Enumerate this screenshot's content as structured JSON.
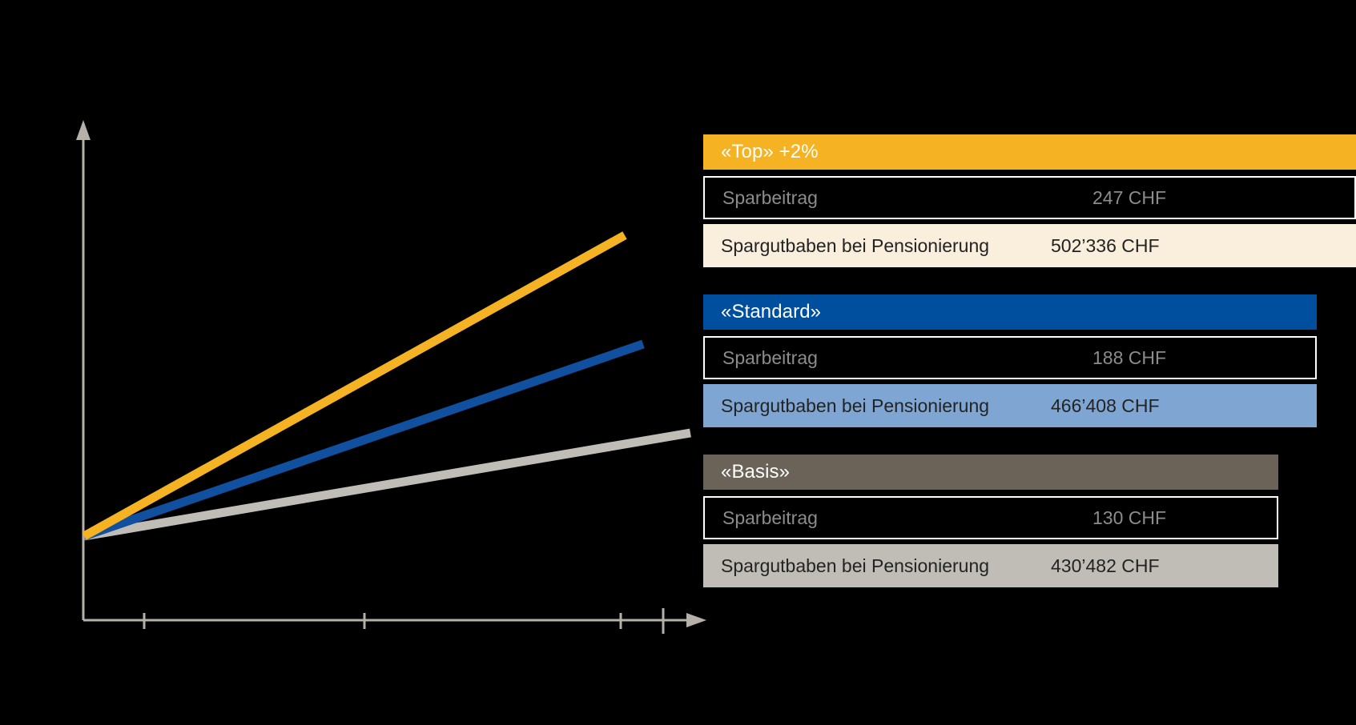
{
  "chart_data": {
    "type": "line",
    "title": "",
    "xlabel": "",
    "ylabel": "",
    "background": "#000000",
    "axis_color": "#B5B1A8",
    "grid": false,
    "legend": "none",
    "x": [
      0,
      1
    ],
    "series": [
      {
        "name": "«Top» +2%",
        "color": "#F5B323",
        "start": {
          "x": 0,
          "y": 0
        },
        "end": {
          "x": 1.0,
          "y": 1.0
        },
        "final_value": 502336
      },
      {
        "name": "«Standard»",
        "color": "#10509E",
        "start": {
          "x": 0,
          "y": 0
        },
        "end": {
          "x": 1.04,
          "y": 0.64
        },
        "final_value": 466408
      },
      {
        "name": "«Basis»",
        "color": "#BFBDB6",
        "start": {
          "x": 0,
          "y": 0
        },
        "end": {
          "x": 1.12,
          "y": 0.34
        },
        "final_value": 430482
      }
    ],
    "xticks": [
      "",
      "",
      "",
      ""
    ],
    "yticks": []
  },
  "cards": [
    {
      "id": "top",
      "title": "«Top» +2%",
      "header_color": "#F5B323",
      "fill_color": "#FAEEDC",
      "rows": [
        {
          "label": "Sparbeitrag",
          "value": "247 CHF",
          "style": "outline"
        },
        {
          "label": "Spargutbaben bei Pensionierung",
          "value": "502’336 CHF",
          "style": "filled"
        }
      ]
    },
    {
      "id": "standard",
      "title": "«Standard»",
      "header_color": "#004F9F",
      "fill_color": "#7FA6D3",
      "rows": [
        {
          "label": "Sparbeitrag",
          "value": "188 CHF",
          "style": "outline"
        },
        {
          "label": "Spargutbaben bei Pensionierung",
          "value": "466’408 CHF",
          "style": "filled"
        }
      ]
    },
    {
      "id": "basis",
      "title": "«Basis»",
      "header_color": "#6B6258",
      "fill_color": "#BFBDB6",
      "rows": [
        {
          "label": "Sparbeitrag",
          "value": "130 CHF",
          "style": "outline"
        },
        {
          "label": "Spargutbaben bei Pensionierung",
          "value": "430’482 CHF",
          "style": "filled"
        }
      ]
    }
  ]
}
